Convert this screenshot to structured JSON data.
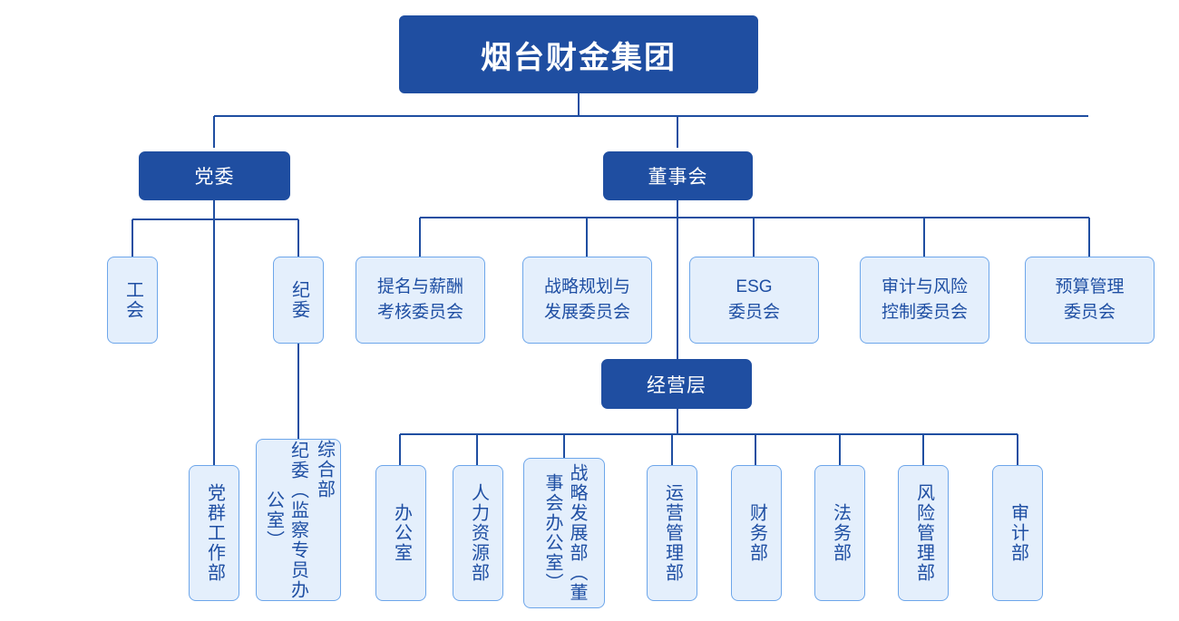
{
  "chart": {
    "type": "org-chart",
    "title": "烟台财金集团",
    "colors": {
      "dark_fill": "#1f4ea1",
      "dark_text": "#ffffff",
      "light_fill": "#e4effc",
      "light_border": "#6da6ea",
      "light_text": "#1f4fa3",
      "edge": "#1f4ea1",
      "background": "#ffffff"
    },
    "levels": {
      "root": {
        "label": "烟台财金集团"
      },
      "level2": [
        {
          "id": "party-committee",
          "label": "党委"
        },
        {
          "id": "board-of-directors",
          "label": "董事会"
        }
      ],
      "party_children": [
        {
          "id": "labor-union",
          "label": "工会"
        },
        {
          "id": "discipline-committee",
          "label": "纪委"
        }
      ],
      "board_committees": [
        {
          "id": "nomination-compensation",
          "line1": "提名与薪酬",
          "line2": "考核委员会"
        },
        {
          "id": "strategy-planning",
          "line1": "战略规划与",
          "line2": "发展委员会"
        },
        {
          "id": "esg",
          "line1": "ESG",
          "line2": "委员会"
        },
        {
          "id": "audit-risk-control",
          "line1": "审计与风险",
          "line2": "控制委员会"
        },
        {
          "id": "budget-management",
          "line1": "预算管理",
          "line2": "委员会"
        }
      ],
      "management": {
        "id": "management-level",
        "label": "经营层"
      },
      "party_departments": [
        {
          "id": "party-mass-work-dept",
          "label": "党群工作部"
        },
        {
          "id": "general-office-discipline",
          "col_right": "综合部",
          "col_left": "纪委（监察专员办公室）"
        }
      ],
      "management_departments": [
        {
          "id": "office",
          "label": "办公室"
        },
        {
          "id": "human-resources-dept",
          "label": "人力资源部"
        },
        {
          "id": "strategy-development-dept",
          "col_right": "战略发展部（董事会办公室）",
          "col_left": ""
        },
        {
          "id": "operations-management-dept",
          "label": "运营管理部"
        },
        {
          "id": "finance-dept",
          "label": "财务部"
        },
        {
          "id": "legal-affairs-dept",
          "label": "法务部"
        },
        {
          "id": "risk-management-dept",
          "label": "风险管理部"
        },
        {
          "id": "audit-dept",
          "label": "审计部"
        }
      ]
    }
  }
}
